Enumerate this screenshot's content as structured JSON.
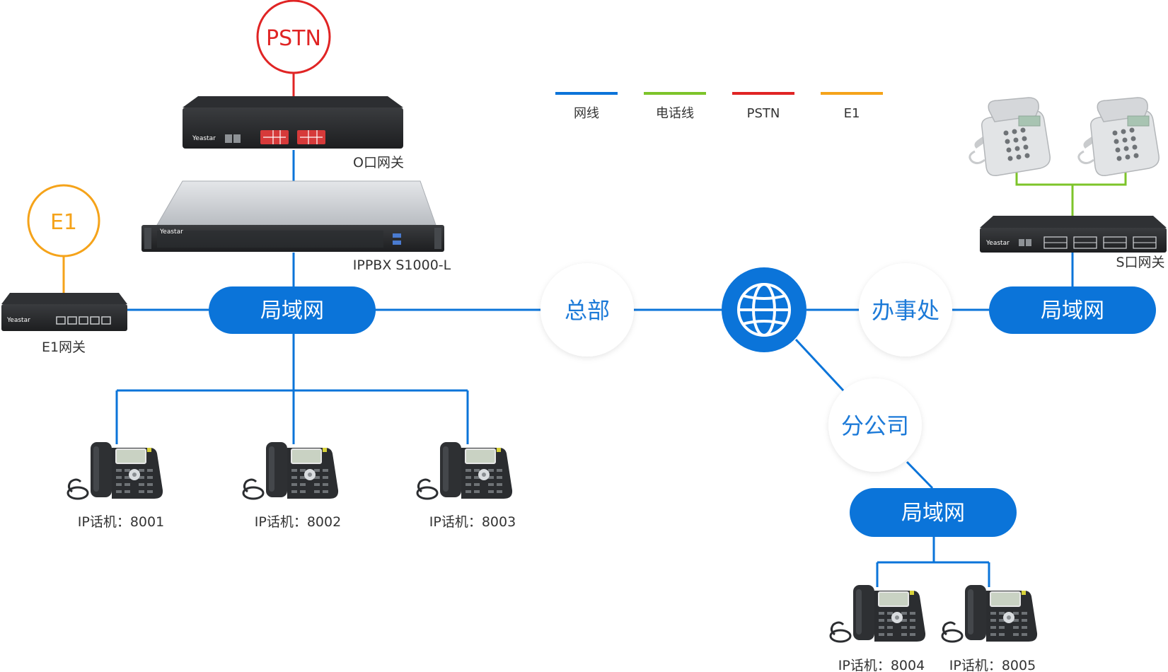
{
  "colors": {
    "network": "#0b74d9",
    "phone_line": "#7dc42a",
    "pstn": "#e02424",
    "e1": "#f5a31a"
  },
  "legend": {
    "network": "网线",
    "phone_line": "电话线",
    "pstn": "PSTN",
    "e1": "E1"
  },
  "circles": {
    "pstn": "PSTN",
    "e1": "E1"
  },
  "devices": {
    "o_gateway": "O口网关",
    "ippbx": "IPPBX S1000-L",
    "e1_gateway": "E1网关",
    "s_gateway": "S口网关",
    "brand": "Yeastar"
  },
  "lan": {
    "hq": "局域网",
    "office": "局域网",
    "branch": "局域网"
  },
  "sites": {
    "hq": "总部",
    "office": "办事处",
    "branch": "分公司"
  },
  "phones": {
    "p8001": "IP话机：8001",
    "p8002": "IP话机：8002",
    "p8003": "IP话机：8003",
    "p8004": "IP话机：8004",
    "p8005": "IP话机：8005"
  }
}
